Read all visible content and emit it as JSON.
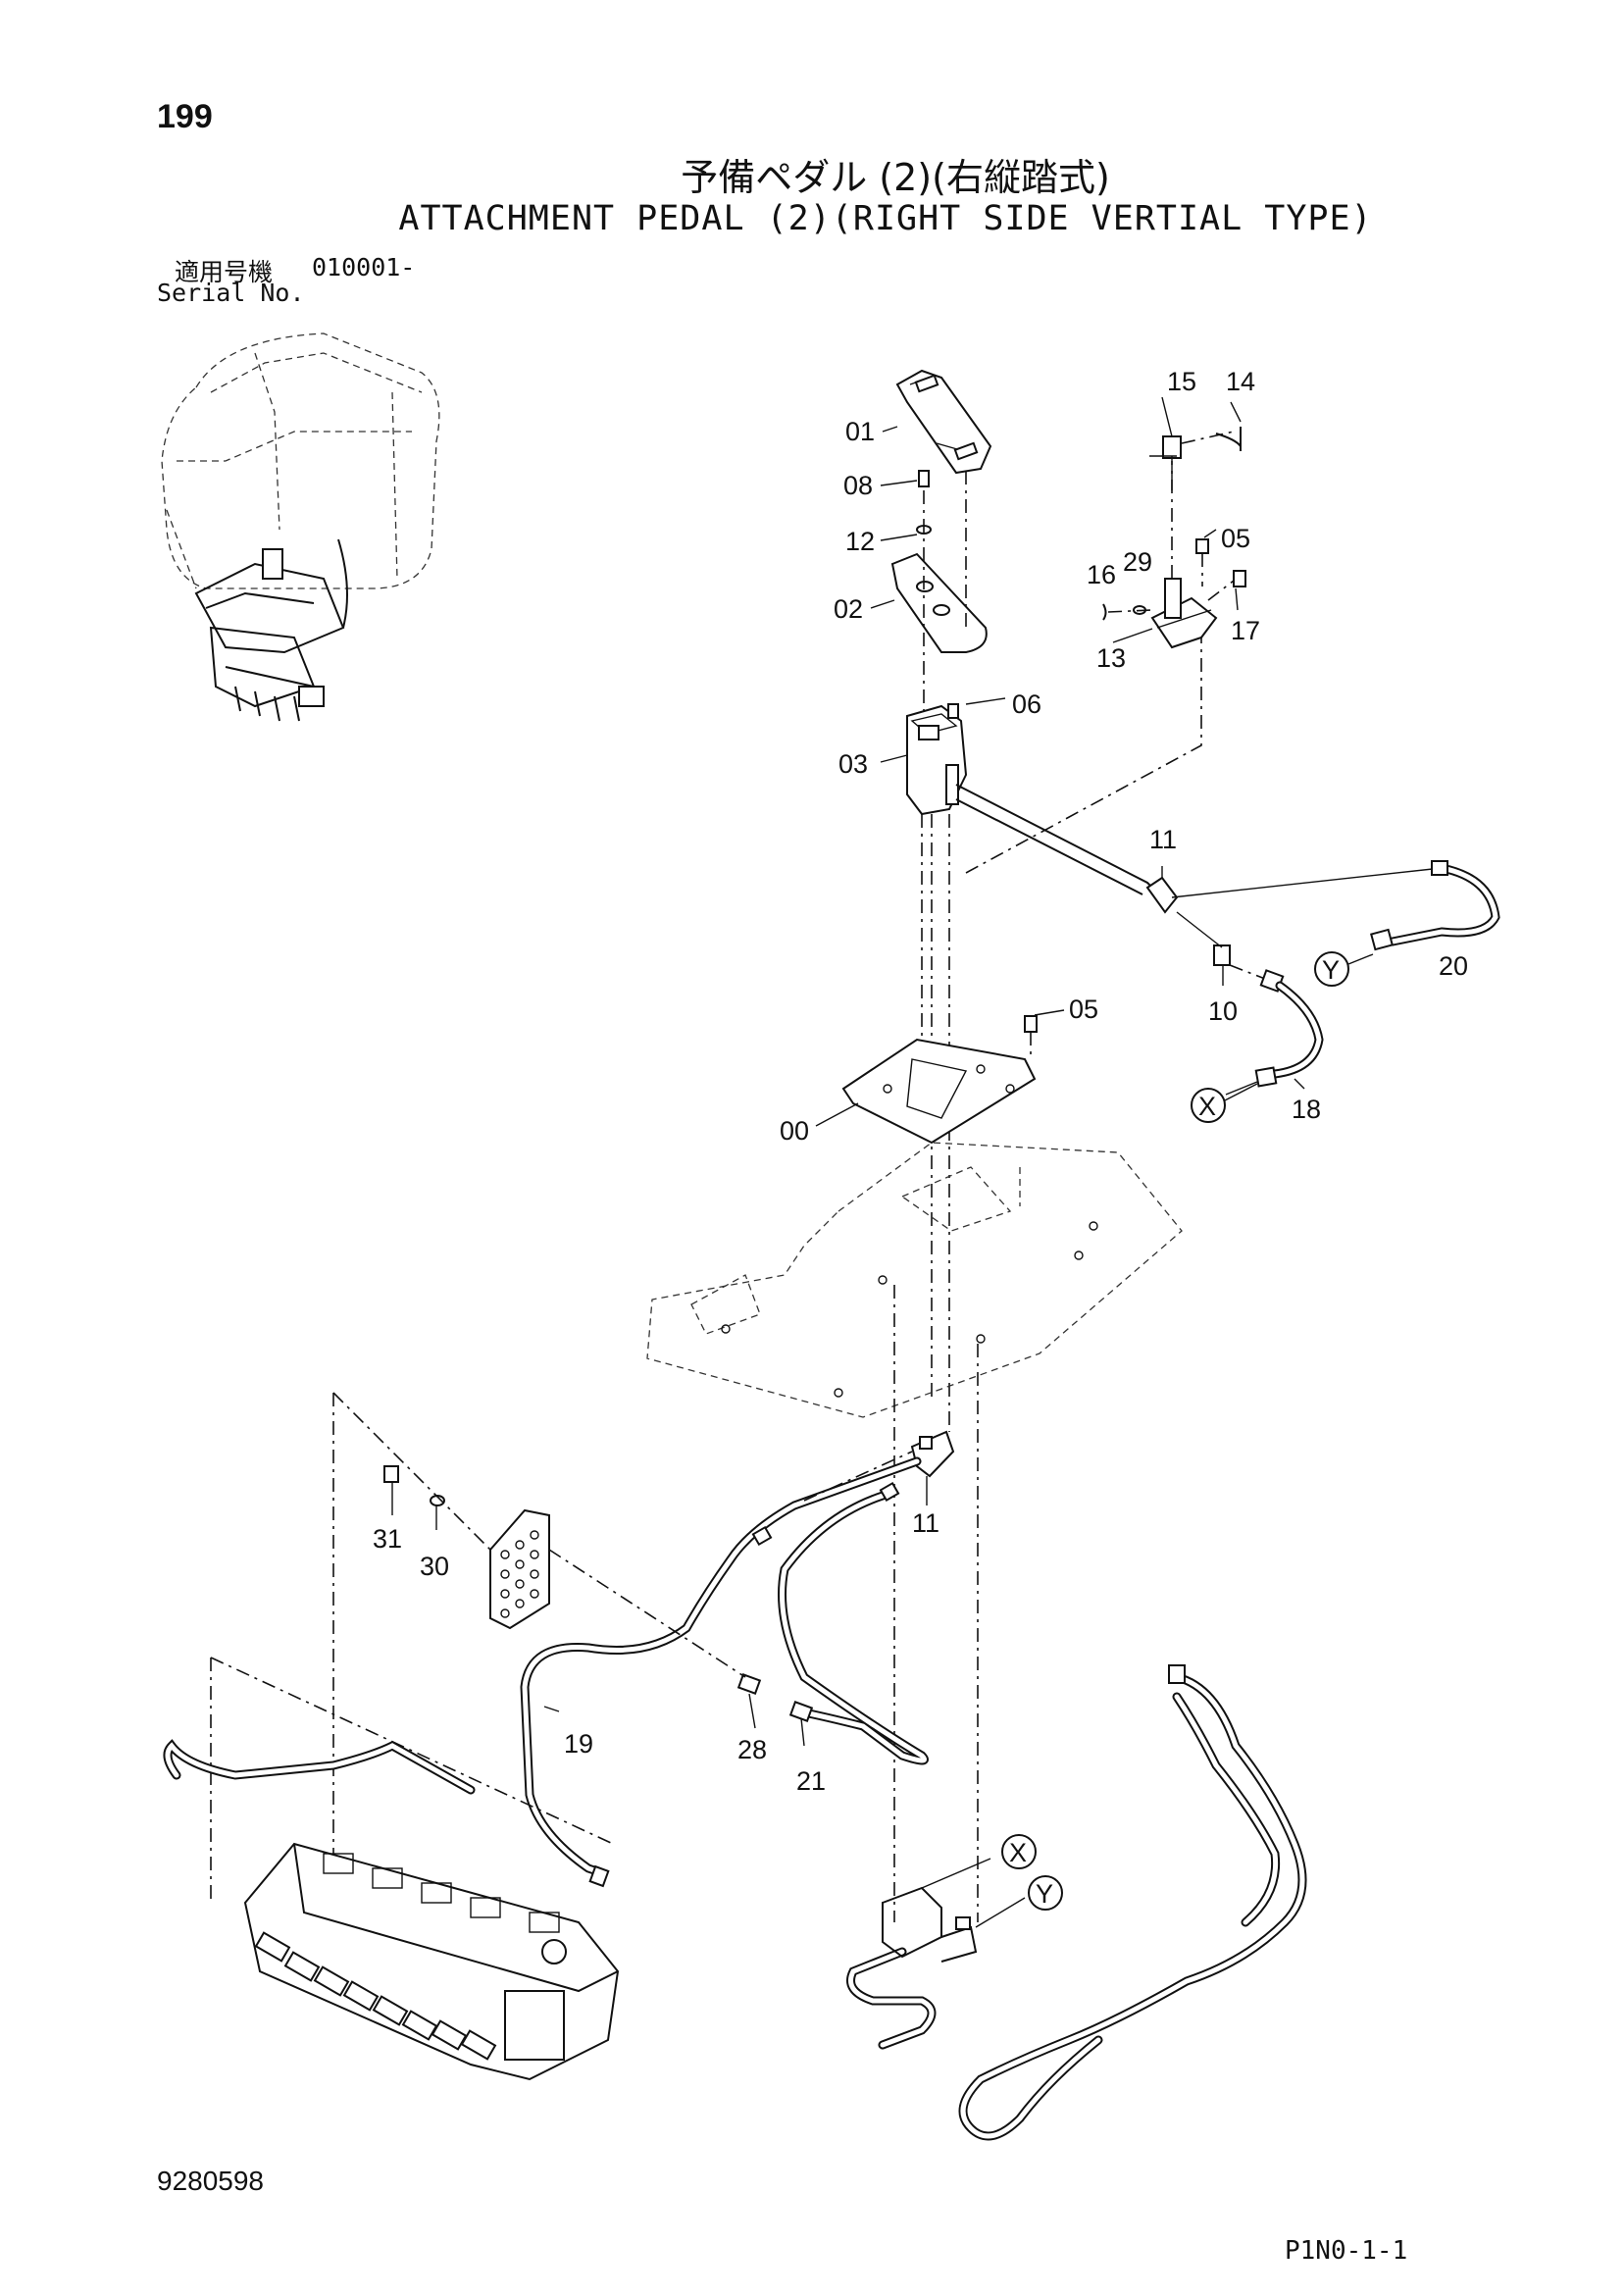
{
  "header": {
    "page_number": "199",
    "title_jp": "予備ペダル (2)(右縦踏式)",
    "title_en": "ATTACHMENT PEDAL (2)(RIGHT SIDE VERTIAL TYPE)",
    "serial_label_jp": "適用号機",
    "serial_value": "010001-",
    "serial_label_en": "Serial No."
  },
  "parts": {
    "p01": "01",
    "p08": "08",
    "p12": "12",
    "p02": "02",
    "p15": "15",
    "p14": "14",
    "p05a": "05",
    "p16": "16",
    "p29": "29",
    "p17": "17",
    "p13": "13",
    "p06": "06",
    "p03": "03",
    "p11a": "11",
    "p10": "10",
    "p20": "20",
    "p05b": "05",
    "p00": "00",
    "p18": "18",
    "p11b": "11",
    "p31": "31",
    "p30": "30",
    "p19": "19",
    "p28": "28",
    "p21": "21"
  },
  "callouts": {
    "y_top": "Y",
    "x_mid": "X",
    "x_bottom": "X",
    "y_bottom": "Y"
  },
  "footer": {
    "doc_number": "9280598",
    "page_code": "P1N0-1-1"
  }
}
